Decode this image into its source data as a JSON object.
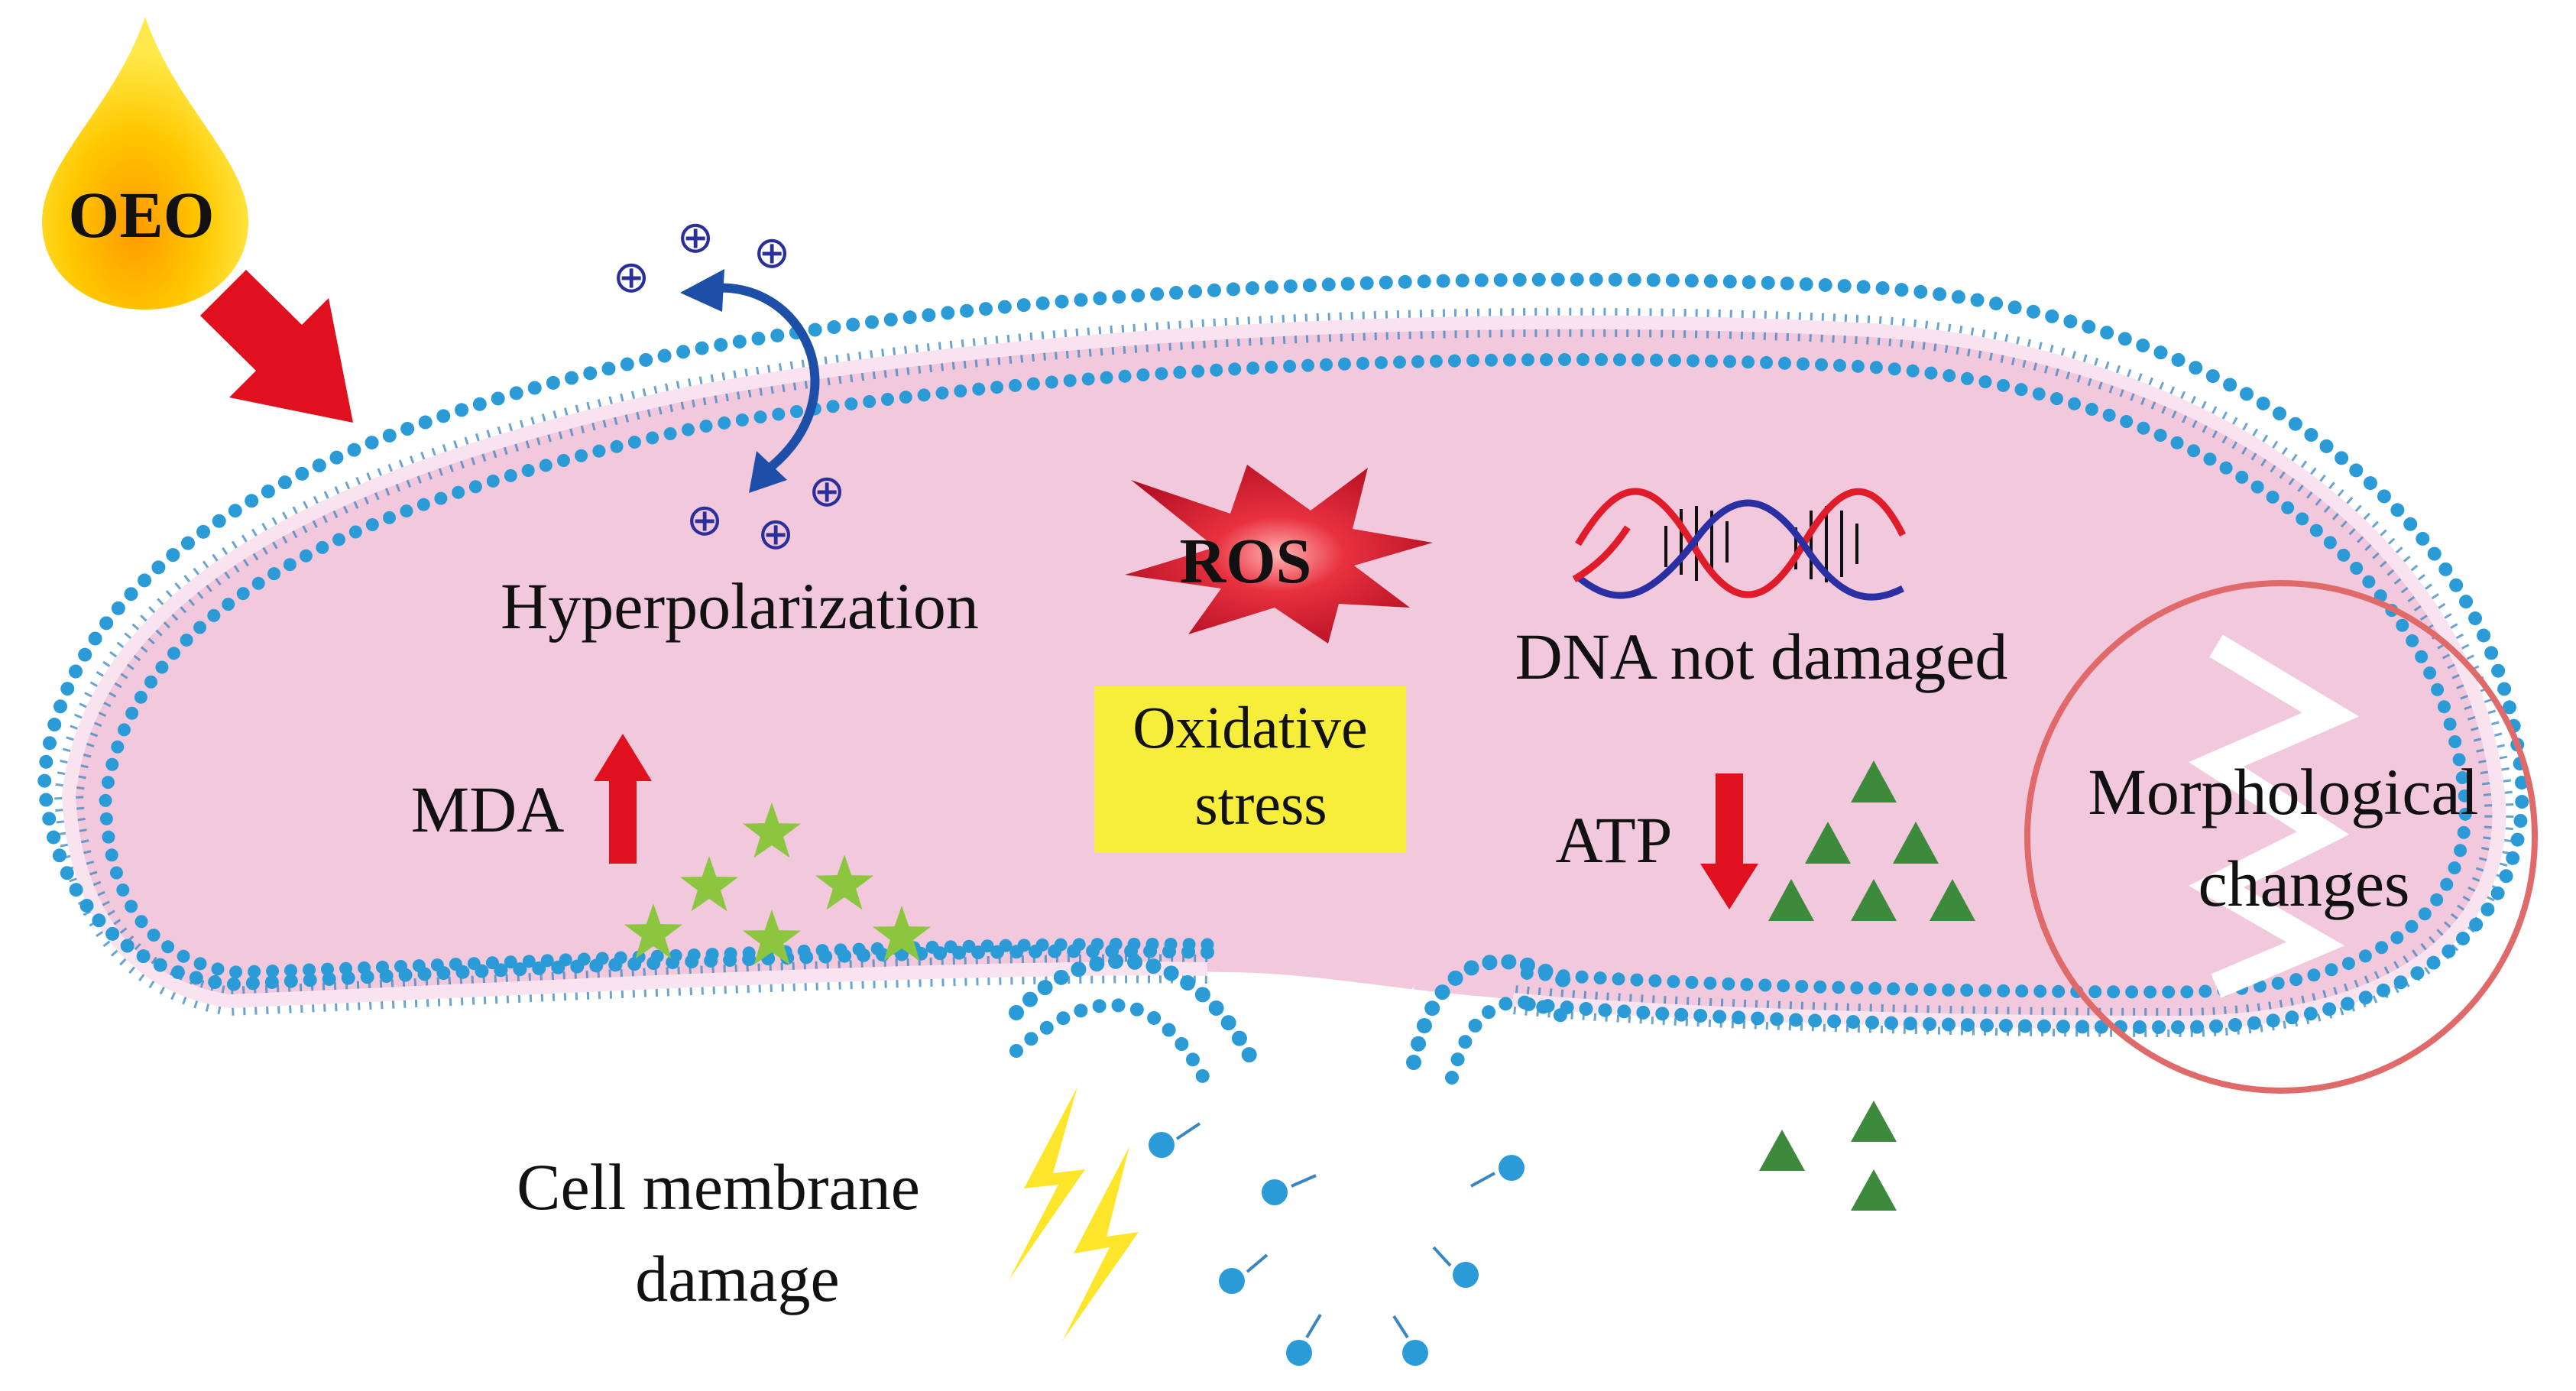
{
  "labels": {
    "oeo": "OEO",
    "ros": "ROS",
    "hyperpolarization": "Hyperpolarization",
    "oxidative_line1": "Oxidative",
    "oxidative_line2": "stress",
    "dna": "DNA not damaged",
    "mda": "MDA",
    "atp": "ATP",
    "morph_line1": "Morphological",
    "morph_line2": "changes",
    "membrane_line1": "Cell membrane",
    "membrane_line2": "damage",
    "cation_symbol": "⊕"
  },
  "colors": {
    "cytoplasm": "#f1c8dc",
    "lipid_head": "#2b9bd8",
    "lipid_tail": "#3a86c2",
    "inner_band": "#f9e3ee",
    "arrow_red": "#e0101e",
    "ros_star": "#c8102e",
    "oxidative_box": "#f7ee3c",
    "green_star": "#8cc63f",
    "green_triangle": "#3d8a3d",
    "lightning": "#fde62a",
    "circle": "#e06a6a",
    "dna_red": "#e01b2a",
    "dna_blue": "#2b2fa4",
    "cation": "#2b2f9a",
    "curved_arrow": "#1d4fa8",
    "oeo_drop": "#ffd200"
  },
  "indicators": {
    "mda": "increase",
    "atp": "decrease"
  }
}
